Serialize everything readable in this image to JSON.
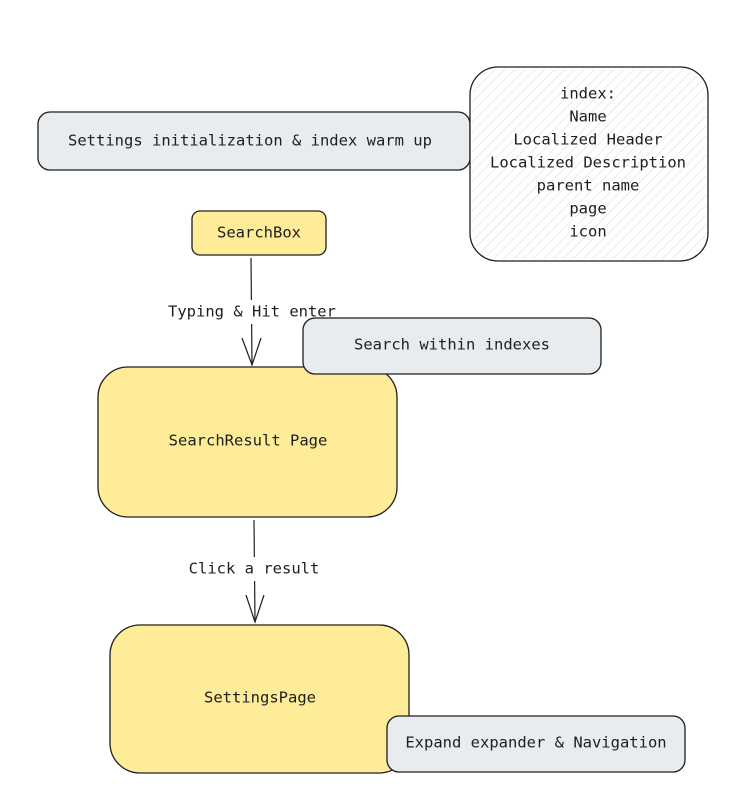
{
  "colors": {
    "yellow": "#ffec99",
    "gray": "#e9ecef",
    "stroke": "#1e1e1e",
    "white": "#ffffff"
  },
  "nodes": {
    "settings_init": "Settings initialization & index warm up",
    "index_lines": [
      "index:",
      "Name",
      "Localized Header",
      "Localized Description",
      "parent name",
      "page",
      "icon"
    ],
    "searchbox": "SearchBox",
    "search_within": "Search within indexes",
    "search_result": "SearchResult Page",
    "settings_page": "SettingsPage",
    "expand": "Expand expander & Navigation"
  },
  "edges": {
    "typing": "Typing & Hit enter",
    "click": "Click a result"
  }
}
